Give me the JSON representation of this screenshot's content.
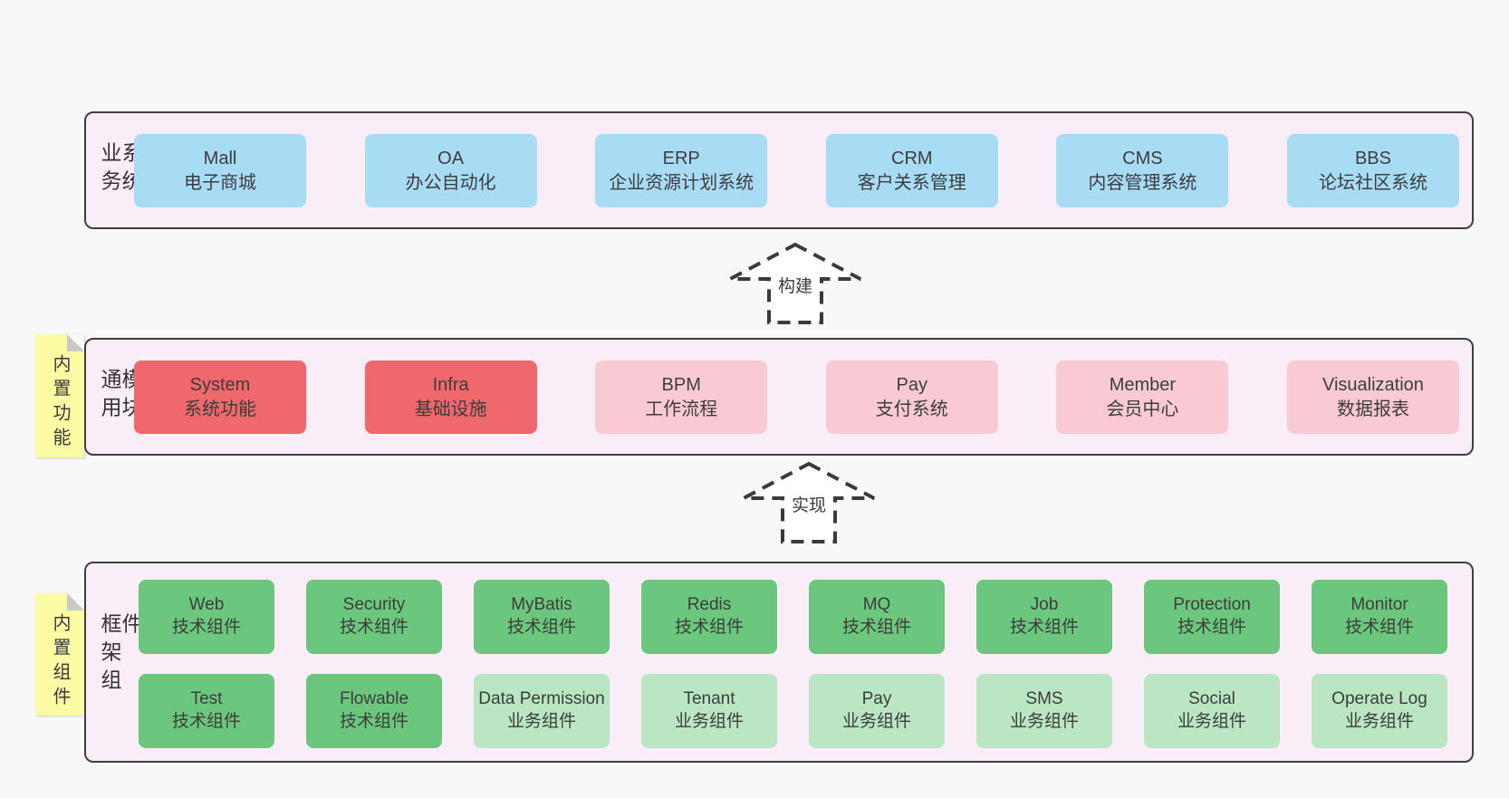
{
  "colors": {
    "page_bg": "#f8f8f8",
    "band_bg": "#f9eef8",
    "band_border": "#3f3f3f",
    "box_blue": "#a8dcf5",
    "box_red": "#ef686b",
    "box_pink": "#f9cad4",
    "box_green_dark": "#6bc77d",
    "box_green_light": "#bae6c3",
    "sticky_yellow": "#fbfba4",
    "text": "#3d3d3d"
  },
  "arrows": {
    "build": "构建",
    "implement": "实现"
  },
  "bands": {
    "business": {
      "label": "业务系统",
      "boxes": [
        {
          "title": "Mall",
          "subtitle": "电子商城"
        },
        {
          "title": "OA",
          "subtitle": "办公自动化"
        },
        {
          "title": "ERP",
          "subtitle": "企业资源计划系统"
        },
        {
          "title": "CRM",
          "subtitle": "客户关系管理"
        },
        {
          "title": "CMS",
          "subtitle": "内容管理系统"
        },
        {
          "title": "BBS",
          "subtitle": "论坛社区系统"
        }
      ]
    },
    "modules": {
      "label": "通用模块",
      "sticky": "内置功能",
      "boxes": [
        {
          "title": "System",
          "subtitle": "系统功能"
        },
        {
          "title": "Infra",
          "subtitle": "基础设施"
        },
        {
          "title": "BPM",
          "subtitle": "工作流程"
        },
        {
          "title": "Pay",
          "subtitle": "支付系统"
        },
        {
          "title": "Member",
          "subtitle": "会员中心"
        },
        {
          "title": "Visualization",
          "subtitle": "数据报表"
        }
      ]
    },
    "components": {
      "label": "框架组件",
      "sticky": "内置组件",
      "row1": [
        {
          "title": "Web",
          "subtitle": "技术组件"
        },
        {
          "title": "Security",
          "subtitle": "技术组件"
        },
        {
          "title": "MyBatis",
          "subtitle": "技术组件"
        },
        {
          "title": "Redis",
          "subtitle": "技术组件"
        },
        {
          "title": "MQ",
          "subtitle": "技术组件"
        },
        {
          "title": "Job",
          "subtitle": "技术组件"
        },
        {
          "title": "Protection",
          "subtitle": "技术组件"
        },
        {
          "title": "Monitor",
          "subtitle": "技术组件"
        }
      ],
      "row2": [
        {
          "title": "Test",
          "subtitle": "技术组件"
        },
        {
          "title": "Flowable",
          "subtitle": "技术组件"
        },
        {
          "title": "Data Permission",
          "subtitle": "业务组件"
        },
        {
          "title": "Tenant",
          "subtitle": "业务组件"
        },
        {
          "title": "Pay",
          "subtitle": "业务组件"
        },
        {
          "title": "SMS",
          "subtitle": "业务组件"
        },
        {
          "title": "Social",
          "subtitle": "业务组件"
        },
        {
          "title": "Operate Log",
          "subtitle": "业务组件"
        }
      ]
    }
  }
}
